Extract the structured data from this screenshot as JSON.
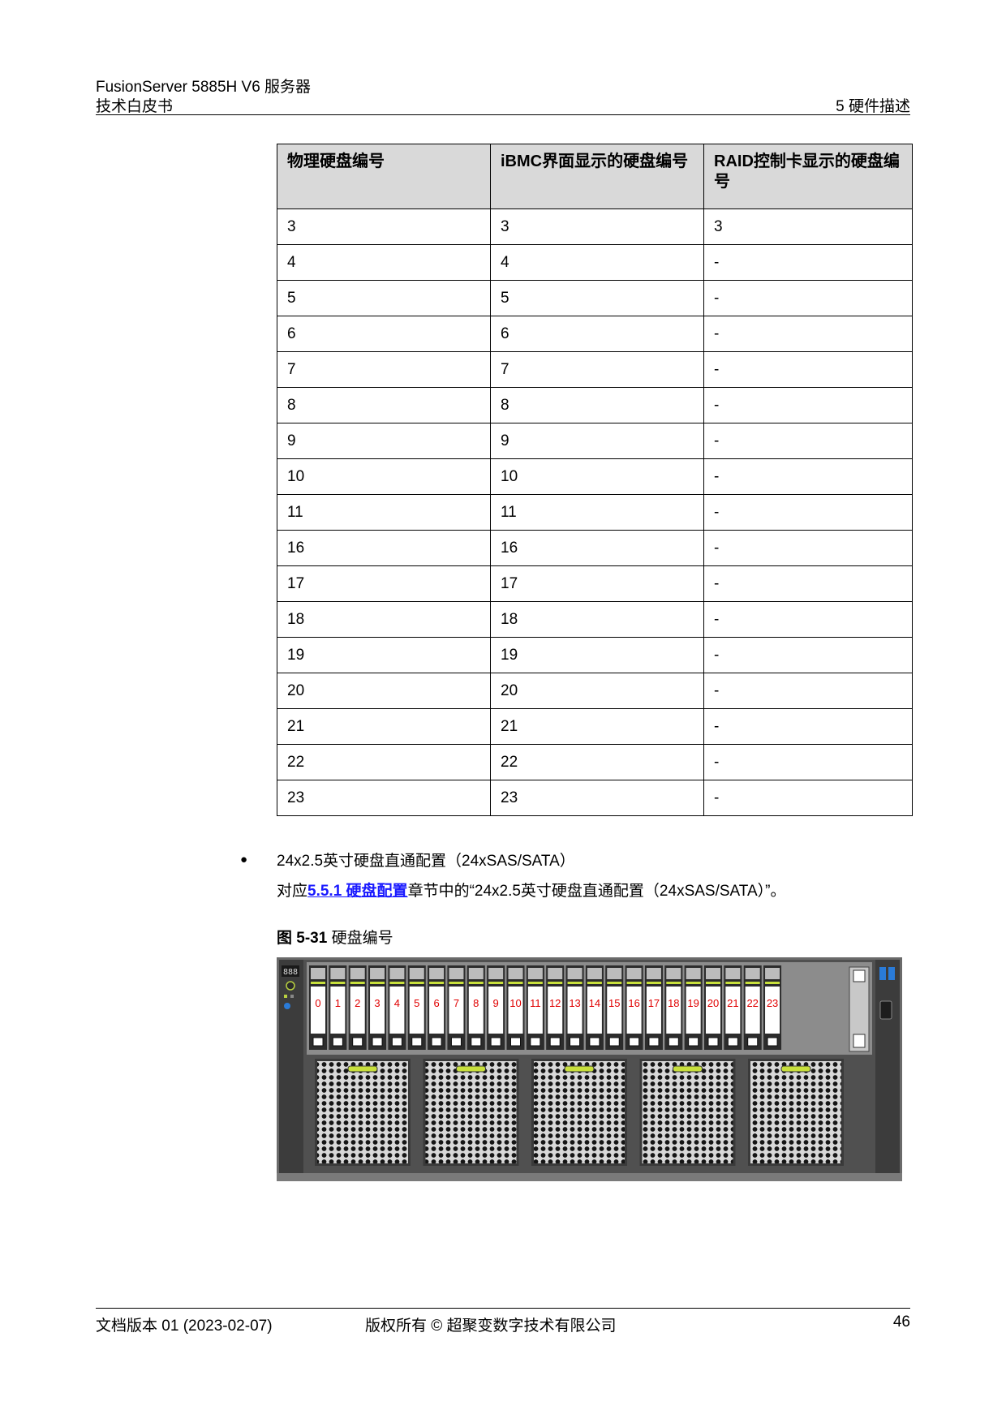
{
  "header": {
    "product": "FusionServer 5885H V6 服务器",
    "doc_title": "技术白皮书",
    "chapter": "5 硬件描述"
  },
  "table": {
    "headers": [
      "物理硬盘编号",
      "iBMC界面显示的硬盘编号",
      "RAID控制卡显示的硬盘编号"
    ],
    "rows": [
      [
        "3",
        "3",
        "3"
      ],
      [
        "4",
        "4",
        "-"
      ],
      [
        "5",
        "5",
        "-"
      ],
      [
        "6",
        "6",
        "-"
      ],
      [
        "7",
        "7",
        "-"
      ],
      [
        "8",
        "8",
        "-"
      ],
      [
        "9",
        "9",
        "-"
      ],
      [
        "10",
        "10",
        "-"
      ],
      [
        "11",
        "11",
        "-"
      ],
      [
        "16",
        "16",
        "-"
      ],
      [
        "17",
        "17",
        "-"
      ],
      [
        "18",
        "18",
        "-"
      ],
      [
        "19",
        "19",
        "-"
      ],
      [
        "20",
        "20",
        "-"
      ],
      [
        "21",
        "21",
        "-"
      ],
      [
        "22",
        "22",
        "-"
      ],
      [
        "23",
        "23",
        "-"
      ]
    ]
  },
  "bullet": {
    "marker": "●",
    "text": "24x2.5英寸硬盘直通配置（24xSAS/SATA）",
    "ref_prefix": "对应",
    "ref_link": "5.5.1 硬盘配置",
    "ref_suffix": "章节中的“24x2.5英寸硬盘直通配置（24xSAS/SATA）”。"
  },
  "figure": {
    "caption_number": "图 5-31",
    "caption_title": "硬盘编号",
    "slot_labels": [
      "0",
      "1",
      "2",
      "3",
      "4",
      "5",
      "6",
      "7",
      "8",
      "9",
      "10",
      "11",
      "12",
      "13",
      "14",
      "15",
      "16",
      "17",
      "18",
      "19",
      "20",
      "21",
      "22",
      "23"
    ],
    "panel_display": "888",
    "colors": {
      "chassis": "#4a4a4a",
      "bay": "#9a9a9a",
      "tray_face": "#ffffff",
      "slot_label": "#e00000",
      "handle": "#c8e03c",
      "usb": "#2a7bd8"
    }
  },
  "footer": {
    "version": "文档版本 01 (2023-02-07)",
    "copyright": "版权所有 © 超聚变数字技术有限公司",
    "page_number": "46"
  }
}
